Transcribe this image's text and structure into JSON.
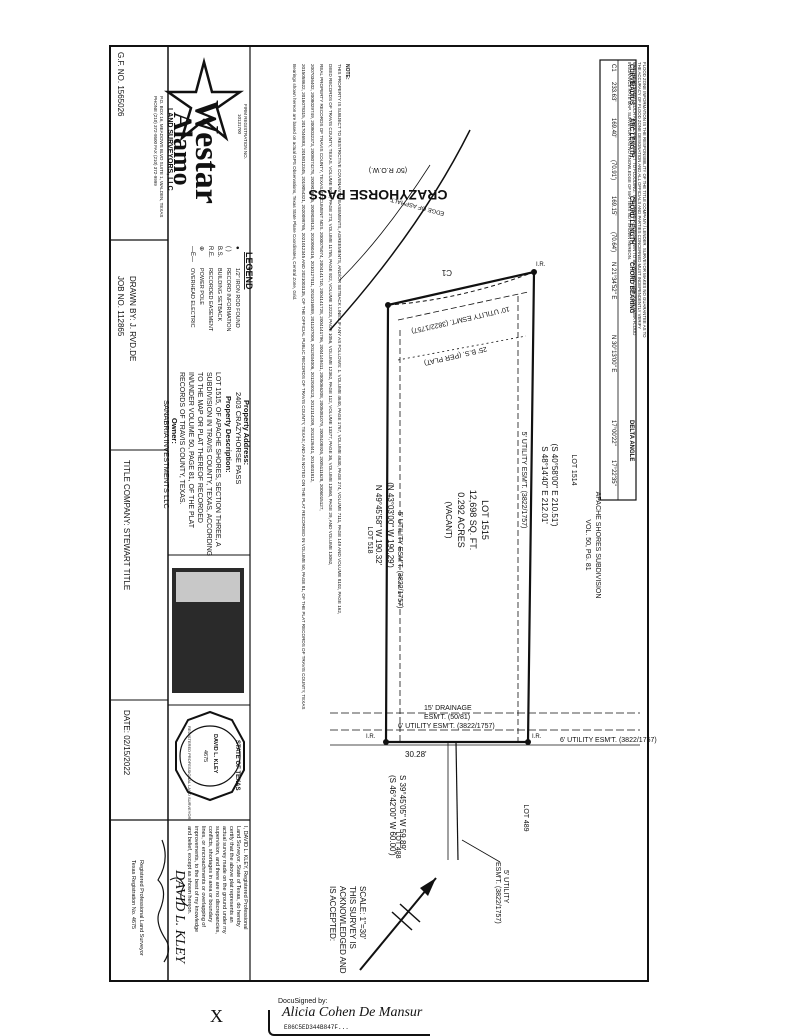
{
  "survey": {
    "note_top": "FLOOD ZONE INFORMATION IS THE RESPONSIBILITY OF THE TITLE COMPANY / LENDER. SURVEYOR MAKES NO GUARANTEE AS TO THE ACCURACY OF FLOOD ZONE DESIGNATION AND ALL OFFICIALS AND PARTIES CONCERNED MUST INDEPENDENTLY VERIFY WHETHER OR NOT SUCH AREAS ARE SUBJECT TO FLOODING. THIS PROPERTY IS SHOWN TO BE WITHIN ZONE X ON FEMA FLOOD INSURANCE RATE MAP. SURVEYOR HAS NO KNOWLEDGE OF MATTERS NOT SHOWN HEREON.",
    "curve_table": {
      "headers": [
        "CURVE",
        "RADIUS",
        "ARC LENGTH",
        "CHORD LENGTH",
        "CHORD BEARING",
        "DELTA ANGLE"
      ],
      "row": [
        "C1",
        "233.63'",
        "169.40'",
        "(70.91')",
        "169.15'",
        "(70.64')",
        "N 21°34'52\" E",
        "N 30°13'00\" E",
        "17°00'22\"",
        "17°22'35\""
      ]
    },
    "street": "CRAZYHORSE PASS",
    "row_width": "(50' R.O.W.)",
    "edge_asphalt": "EDGE OF ASPHALT",
    "curve_label": "C1",
    "utility_10": "10' UTILITY ESM'T. (3822/1757)",
    "bs_25": "25' B.S. (PER PLAT)",
    "subdivision": "APACHE SHORES SUBDIVISION",
    "subdivision_vol": "VOL. 50, PG. 81",
    "lot_1514": "LOT 1514",
    "lot_518": "LOT 518",
    "lot_488": "LOT 488",
    "lot_489": "LOT 489",
    "lot_main": "LOT 1515",
    "lot_sqft": "12,698 SQ. FT.",
    "lot_acres": "0.292 ACRES",
    "lot_vacant": "(VACANT)",
    "bearing_ne_1": "(S 40°58'00\" E  210.51')",
    "bearing_ne_2": "S 48°14'40\" E  212.01'",
    "bearing_sw_1": "N 49°45'58\" W  190.32'",
    "bearing_sw_2": "(N 43°03'00\" W  190.29')",
    "utility_5_a": "5' UTILITY ESM'T. (3822/1757)",
    "utility_5_b": "5' UTILITY ESM'T. (3822/1757)",
    "drainage": "15' DRAINAGE",
    "drainage_2": "ESM'T. (50/81)",
    "utility_6_a": "6' UTILITY ESM'T. (3822/1757)",
    "utility_6_b": "6' UTILITY ESM'T. (3822/1757)",
    "rear_dim": "30.28'",
    "rear_b1": "S 39°45'05\" W   59.89'",
    "rear_b2": "(S 46°42'00\" W   60.00')",
    "utility_5_c": "5' UTILITY",
    "utility_5_c2": "ESM'T. (3822/1757)",
    "scale_1": "SCALE: 1\"=30'",
    "scale_2": "THIS SURVEY IS",
    "scale_3": "ACKNOWLEDGED AND",
    "scale_4": "IS ACCEPTED:",
    "ib_a": "I.R.",
    "ib_b": "I.R.",
    "ib_c": "I.R."
  },
  "titleblock": {
    "company_1": "Westar",
    "company_2": "Alamo",
    "company_3": "LAND SURVEYORS, LLC",
    "company_addr": "P.O. BOX 16, MEADOWS BLVD SUITE 1, WALDEN, TEXAS",
    "company_phone": "PHONE (210) 372-9500   FAX (210) 372-9999",
    "firm_reg": "FIRM REGISTRATION NO.",
    "firm_reg_no": "10131700",
    "gf": "G.F. NO. 1565026",
    "job": "JOB NO. 112865",
    "drawn": "DRAWN BY: J. RVD.DE",
    "title_co": "TITLE COMPANY: STEWART TITLE",
    "date": "DATE: 02/15/2022",
    "legend": "LEGEND",
    "legend_items": [
      "1/2\" IRON ROD FOUND",
      "RECORD INFORMATION",
      "BUILDING SETBACK",
      "RECORDED EASEMENT",
      "POWER POLE",
      "OVERHEAD ELECTRIC"
    ],
    "legend_syms": [
      "●",
      "( )",
      "B.S.",
      "R.E.",
      "⊕",
      "—E—"
    ],
    "property_address_label": "Property Address:",
    "property_address": "2403 CRAZYHORSE PASS",
    "property_desc_label": "Property Description:",
    "property_desc": [
      "LOT 1515, OF APACHE SHORES, SECTION THREE, A",
      "SUBDIVISION IN TRAVIS COUNTY, TEXAS, ACCORDING",
      "TO THE MAP OR PLAT THEREOF RECORDED",
      "IN/UNDER VOLUME 50, PAGE 81, OF THE PLAT",
      "RECORDS OF TRAVIS COUNTY, TEXAS."
    ],
    "owner_label": "Owner:",
    "owner": "SANABRIA INVESTMENTS LLC",
    "notes_label": "NOTE:",
    "notes": [
      "THIS PROPERTY IS SUBJECT TO RESTRICTIVE COVENANTS, EASEMENTS, AGREEMENTS, AND/OR SETBACK LINES IF ANY AS FOLLOWS: 1. VOLUME 4640, PAGE 1767, VOLUME 4630, PAGE 274, VOLUME 7111, PAGE 149 AND VOLUME 8102, PAGE 162,",
      "DEED RECORDS OF TRAVIS COUNTY, TEXAS. VOLUME 8072, PAGE 273, VOLUME 11755, PAGE 922, VOLUME 12223, PAGE 1056, VOLUME 12362, PAGE 112, VOLUME 13377, PAGE 36, VOLUME 13560, PAGE 29, AND VOLUME 13062,",
      "REAL PROPERTY RECORDS OF TRAVIS COUNTY, TEXAS. DOCUMENT NOS. 2000075074, 2004141710, 2004141728, 2004141796, 2004149411, 2005066208, 2005081079, 2005108926, 2005111628, 2006015127,",
      "2007036402, 2008029749, 2008032373, 2008074278, 2009016425, 2009039131, 2010060416, 2010127011, 2011016889, 2011107009, 2012034006, 2012040123, 2012114209, 2013126441, 2014031812,",
      "2015058622, 2016078315, 2017046893, 2018012345, 2019054321, 2020098765, 2021012345 AND 2021003135, OF THE OFFICIAL PUBLIC RECORDS OF TRAVIS COUNTY, TEXAS; AND AS NOTED ON THE PLAT RECORDED IN VOLUME 50, PAGE 81, OF THE PLAT RECORDS OF TRAVIS COUNTY, TEXAS",
      "Bearings shown hereon are based on actual GPS Observations, Texas State Plane Coordinates, Central Zone, Grid."
    ],
    "seal_top": "STATE OF TEXAS",
    "seal_name": "DAVID L. KLEY",
    "seal_no": "4675",
    "seal_bottom": "REGISTERED PROFESSIONAL LAND SURVEYOR",
    "cert": [
      "I, DAVID L. KLEY, Registered Professional",
      "Land Surveyor, State of Texas, do hereby",
      "certify that the above plat represents an",
      "actual survey made on the ground under my",
      "supervision, and there are no discrepancies,",
      "conflicts, shortages in area or boundary",
      "lines, or encroachments or overlapping of",
      "improvements, to the best of my knowledge",
      "and belief, except as shown hereon."
    ],
    "cert_sig_name": "DAVID L. KLEY",
    "cert_rpls": "Registered Professional Land Surveyor",
    "cert_reg": "Texas Registration No. 4675"
  },
  "docusign": {
    "label": "DocuSigned by:",
    "signature": "Alicia Cohen De Mansur",
    "id": "E86C5ED344B847F..."
  }
}
